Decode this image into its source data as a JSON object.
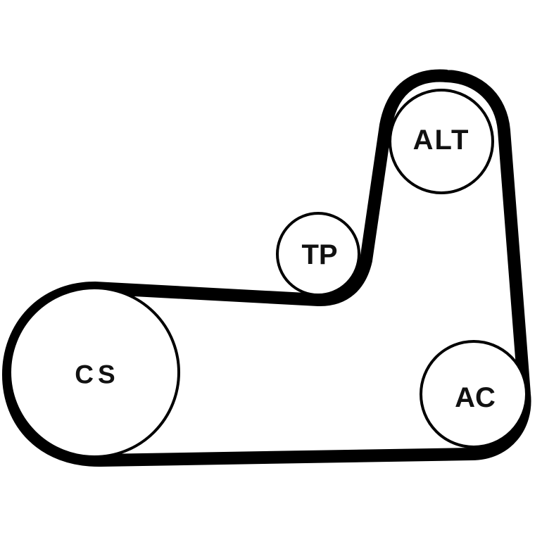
{
  "diagram": {
    "colors": {
      "belt": "#000000",
      "pulley_stroke": "#000000",
      "pulley_fill": "#ffffff",
      "label": "#111111",
      "background": "#ffffff"
    },
    "pulleys": {
      "cs": {
        "label": "CS"
      },
      "tp": {
        "label": "TP"
      },
      "alt": {
        "label": "ALT"
      },
      "ac": {
        "label": "AC"
      }
    }
  }
}
